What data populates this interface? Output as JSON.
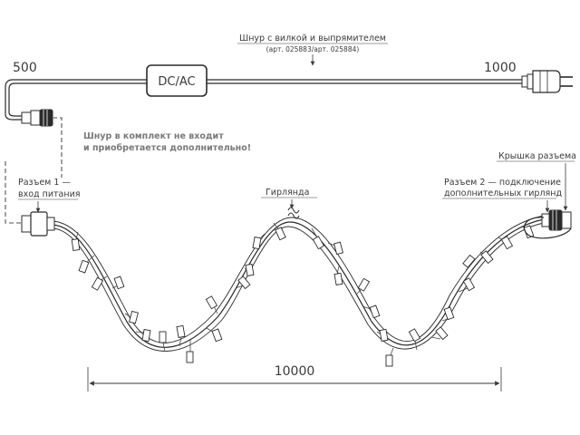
{
  "labels": {
    "cord_title": "Шнур с вилкой и выпрямителем",
    "cord_articles": "(арт. 025883/арт. 025884)",
    "len_left": "500",
    "len_right": "1000",
    "rectifier": "DC/AC",
    "not_included_line1": "Шнур в комплект не входит",
    "not_included_line2": "и приобретается дополнительно!",
    "connector1_line1": "Разъем 1 —",
    "connector1_line2": "вход питания",
    "garland": "Гирлянда",
    "cap": "Крышка разъема",
    "connector2_line1": "Разъем 2 — подключение",
    "connector2_line2": "дополнительных гирлянд",
    "total_length": "10000"
  },
  "colors": {
    "line": "#2b2b2b",
    "text": "#3a3a3a",
    "note": "#7a7a7a",
    "dashed": "#8a8a8a"
  },
  "icons": [
    "plug-icon",
    "rectifier-box",
    "connector-icon",
    "connector-cap-icon",
    "bulb-icon"
  ]
}
